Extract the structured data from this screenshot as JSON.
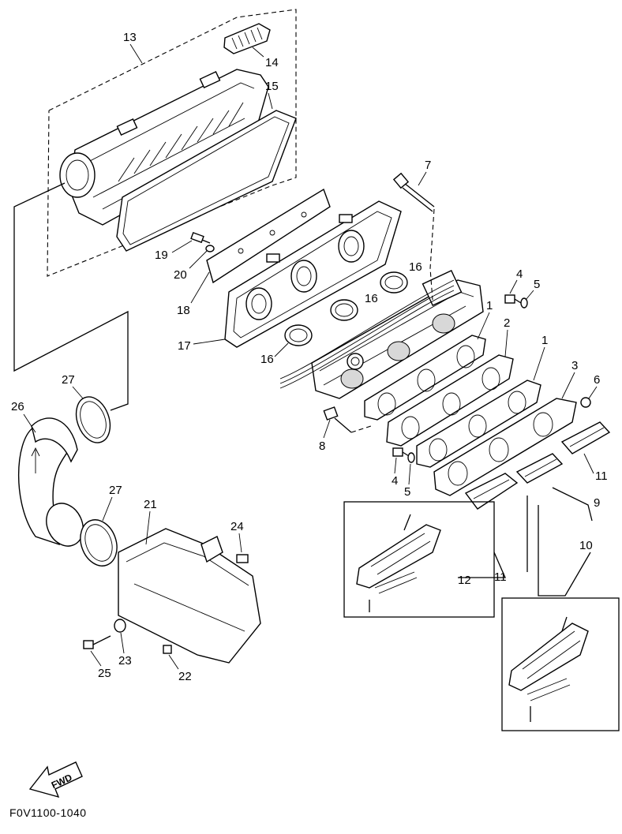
{
  "diagram": {
    "drawing_code": "F0V1100-1040",
    "fwd_label": "FWD",
    "callouts": [
      "13",
      "14",
      "15",
      "7",
      "19",
      "20",
      "18",
      "17",
      "16",
      "16",
      "16",
      "4",
      "5",
      "1",
      "2",
      "1",
      "3",
      "6",
      "8",
      "4",
      "5",
      "11",
      "9",
      "10",
      "12",
      "11",
      "26",
      "27",
      "27",
      "21",
      "24",
      "23",
      "25",
      "22"
    ]
  }
}
